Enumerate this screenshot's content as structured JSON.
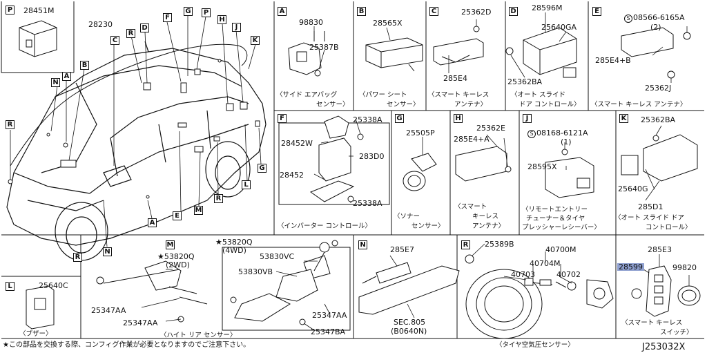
{
  "diagram_id": "J253032X",
  "footnote": "★この部品を交換する際、コンフィグ作業が必要となりますのでご注意下さい。",
  "main": {
    "parts": {
      "p28451M": "28451M",
      "p28230": "28230"
    },
    "refs": {
      "P": "P",
      "C": "C",
      "R": "R",
      "D": "D",
      "F": "F",
      "G": "G",
      "P2": "P",
      "H": "H",
      "J": "J",
      "K": "K",
      "N": "N",
      "A": "A",
      "B": "B",
      "R2": "R",
      "E": "E",
      "M": "M",
      "R3": "R",
      "L": "L",
      "G2": "G",
      "A2": "A",
      "N2": "N",
      "R4": "R"
    }
  },
  "panels": {
    "A": {
      "ref": "A",
      "parts": [
        "98830",
        "25387B"
      ],
      "caption1": "〈サイド エアバッグ",
      "caption2": "センサー〉"
    },
    "B": {
      "ref": "B",
      "parts": [
        "28565X"
      ],
      "caption1": "〈パワー シート",
      "caption2": "センサー〉"
    },
    "C": {
      "ref": "C",
      "parts": [
        "25362D",
        "285E4"
      ],
      "caption1": "〈スマート キーレス",
      "caption2": "アンテナ〉"
    },
    "D": {
      "ref": "D",
      "parts": [
        "28596M",
        "25640GA",
        "25362BA"
      ],
      "caption1": "〈オート スライド",
      "caption2": "ドア コントロール〉"
    },
    "E": {
      "ref": "E",
      "parts": [
        "08566-6165A",
        "(2)",
        "285E4+B",
        "25362J"
      ],
      "caption1": "〈スマート キーレス アンテナ〉"
    },
    "F": {
      "ref": "F",
      "parts": [
        "25338A",
        "28452W",
        "283D0",
        "28452",
        "25338A"
      ],
      "caption1": "〈インバーター コントロール〉"
    },
    "G": {
      "ref": "G",
      "parts": [
        "25505P"
      ],
      "caption1": "〈ソナー",
      "caption2": "センサー〉"
    },
    "H": {
      "ref": "H",
      "parts": [
        "25362E",
        "285E4+A"
      ],
      "caption1": "〈スマート",
      "caption2": "キーレス",
      "caption3": "アンテナ〉"
    },
    "J": {
      "ref": "J",
      "parts": [
        "08168-6121A",
        "(1)",
        "28595X"
      ],
      "caption1": "〈リモートエントリー",
      "caption2": "チューナー＆タイヤ",
      "caption3": "プレッシャーレシーバー〉"
    },
    "K": {
      "ref": "K",
      "parts": [
        "25362BA",
        "25640G",
        "285D1"
      ],
      "caption1": "〈オート スライド ドア",
      "caption2": "コントロール〉"
    },
    "L": {
      "ref": "L",
      "parts": [
        "25640C"
      ],
      "caption1": "〈ブザー〉"
    },
    "M": {
      "ref": "M",
      "parts": [
        "★53820Q",
        "(2WD)",
        "25347AA",
        "25347AA"
      ],
      "caption1": "〈ハイト リア センサー〉"
    },
    "M2": {
      "parts": [
        "★53820Q",
        "(4WD)",
        "53830VC",
        "53830VB",
        "25347AA",
        "25347BA"
      ]
    },
    "N": {
      "ref": "N",
      "parts": [
        "285E7",
        "SEC.805",
        "(B0640N)"
      ]
    },
    "R": {
      "ref": "R",
      "parts": [
        "25389B",
        "40700M",
        "40704M",
        "40703",
        "40702"
      ],
      "caption1": "〈タイヤ空気圧センサー〉"
    },
    "S": {
      "parts": [
        "285E3",
        "28599",
        "99820"
      ],
      "caption1": "〈スマート キーレス",
      "caption2": "スイッチ〉"
    }
  },
  "colors": {
    "line": "#111111",
    "highlight": "#8fa0d0",
    "background": "#ffffff"
  }
}
